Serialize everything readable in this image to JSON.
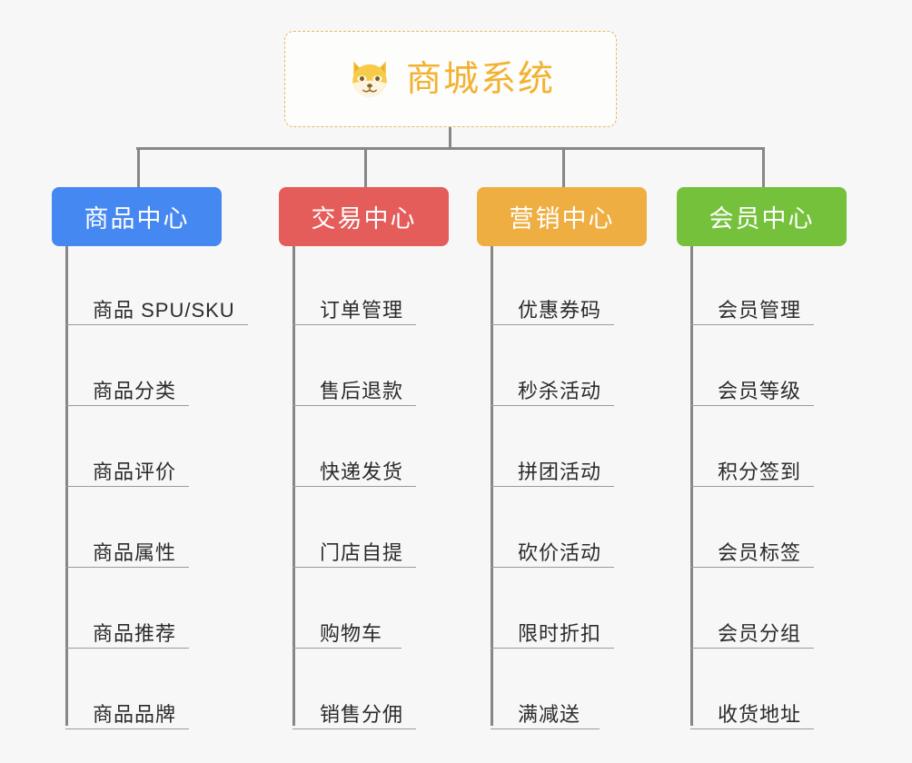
{
  "diagram": {
    "title": "商城系统",
    "root_icon": "shiba-dog-face-icon",
    "background_color": "#f7f7f7",
    "line_color": "#878787",
    "root_border_color": "#e7b860",
    "root_text_color": "#f2b230",
    "leaf_text_color": "#2b2b2b",
    "leaf_rule_color": "#9b9b9b"
  },
  "columns": [
    {
      "label": "商品中心",
      "color": "#4688f1",
      "items": [
        {
          "label": "商品 SPU/SKU"
        },
        {
          "label": "商品分类"
        },
        {
          "label": "商品评价"
        },
        {
          "label": "商品属性"
        },
        {
          "label": "商品推荐"
        },
        {
          "label": "商品品牌"
        }
      ]
    },
    {
      "label": "交易中心",
      "color": "#e45d5a",
      "items": [
        {
          "label": "订单管理"
        },
        {
          "label": "售后退款"
        },
        {
          "label": "快递发货"
        },
        {
          "label": "门店自提"
        },
        {
          "label": "购物车"
        },
        {
          "label": "销售分佣"
        }
      ]
    },
    {
      "label": "营销中心",
      "color": "#eeae41",
      "items": [
        {
          "label": "优惠券码"
        },
        {
          "label": "秒杀活动"
        },
        {
          "label": "拼团活动"
        },
        {
          "label": "砍价活动"
        },
        {
          "label": "限时折扣"
        },
        {
          "label": "满减送"
        }
      ]
    },
    {
      "label": "会员中心",
      "color": "#76c13c",
      "items": [
        {
          "label": "会员管理"
        },
        {
          "label": "会员等级"
        },
        {
          "label": "积分签到"
        },
        {
          "label": "会员标签"
        },
        {
          "label": "会员分组"
        },
        {
          "label": "收货地址"
        }
      ]
    }
  ]
}
